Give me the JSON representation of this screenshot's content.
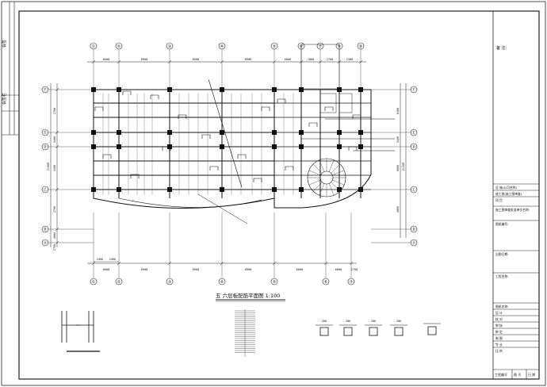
{
  "drawing": {
    "title": "五 六层板配筋平面图 1:100"
  },
  "axes": {
    "columns_top": [
      "①",
      "②",
      "③",
      "④",
      "⑤",
      "⑥",
      "⑦",
      "⑧",
      "⑨"
    ],
    "columns_bottom": [
      "①",
      "②",
      "③",
      "④",
      "⑤",
      "⑥",
      "⑦"
    ],
    "rows_left": [
      "Ⓕ",
      "Ⓔ",
      "Ⓓ",
      "Ⓒ",
      "Ⓑ",
      "Ⓐ"
    ],
    "rows_right": [
      "Ⓕ",
      "Ⓔ",
      "Ⓓ",
      "Ⓒ",
      "Ⓑ",
      "Ⓐ"
    ]
  },
  "dimensions": {
    "top": [
      "6600",
      "8900",
      "8900",
      "8900",
      "6600",
      "7000",
      "2700",
      "2300"
    ],
    "bottom": [
      "6600",
      "8900",
      "8900",
      "8900",
      "6600",
      "6600",
      "2700"
    ],
    "bottom_detail": [
      "2400",
      "2400"
    ],
    "left": [
      "2700",
      "3400",
      "3400",
      "2700",
      "4800",
      "2700"
    ],
    "right": [
      "6300",
      "3400",
      "8000",
      "4800"
    ],
    "left_total": "21900",
    "right_total": "21300"
  },
  "title_block": {
    "remark_label": "备 注:",
    "rows": [
      "设  施(公司名称)",
      "施工图(施工图审查)",
      "项  目",
      "施工图审查批准单位名称:",
      "图纸编号:",
      "出图日期:",
      "工程名称:",
      "图纸名称:",
      "设 计",
      "校 对",
      "审 核",
      "审 定",
      "制 图",
      "专 业",
      "比 例"
    ],
    "bottom_left": "工程编号",
    "bottom_mid": "图 号",
    "bottom_right": "日 期"
  },
  "left_strip": {
    "labels": [
      "会签",
      "会签栏"
    ]
  },
  "details": {
    "section_labels": [
      "200",
      "200",
      "200",
      "200"
    ]
  }
}
